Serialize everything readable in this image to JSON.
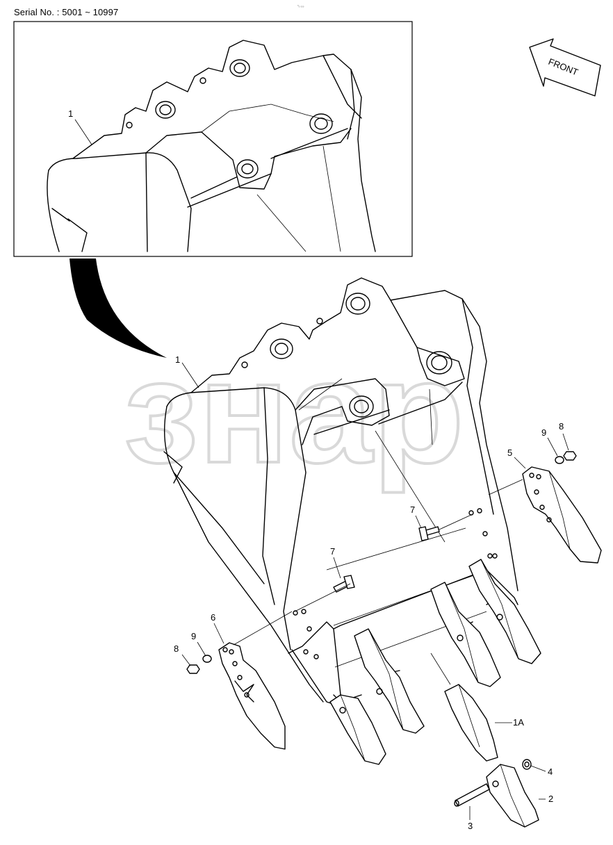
{
  "header": {
    "serial_label": "Serial No. : 5001 ~ 10997",
    "tiny_mark": "⁰₀ ₀₀₀"
  },
  "watermark": {
    "text": "знар"
  },
  "front_arrow": {
    "label": "FRONT"
  },
  "callouts": {
    "inset_1": "1",
    "main_1": "1",
    "c1a": "1A",
    "c2": "2",
    "c3": "3",
    "c4": "4",
    "c5": "5",
    "c6": "6",
    "c7_upper": "7",
    "c7_lower": "7",
    "c8_right": "8",
    "c8_left": "8",
    "c9_right": "9",
    "c9_left": "9"
  }
}
